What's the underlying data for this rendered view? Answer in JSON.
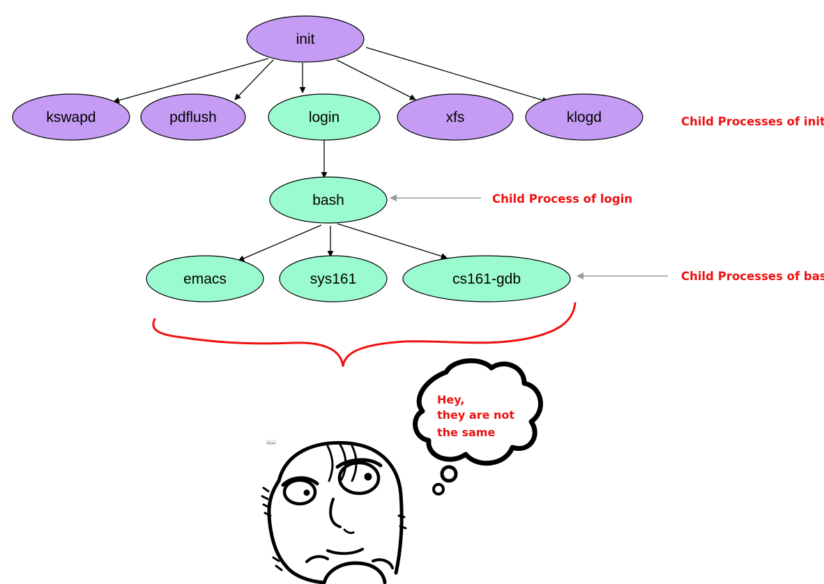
{
  "diagram": {
    "nodes": [
      {
        "id": "init",
        "label": "init",
        "group": "purple"
      },
      {
        "id": "kswapd",
        "label": "kswapd",
        "group": "purple"
      },
      {
        "id": "pdflush",
        "label": "pdflush",
        "group": "purple"
      },
      {
        "id": "login",
        "label": "login",
        "group": "green"
      },
      {
        "id": "xfs",
        "label": "xfs",
        "group": "purple"
      },
      {
        "id": "klogd",
        "label": "klogd",
        "group": "purple"
      },
      {
        "id": "bash",
        "label": "bash",
        "group": "green"
      },
      {
        "id": "emacs",
        "label": "emacs",
        "group": "green"
      },
      {
        "id": "sys161",
        "label": "sys161",
        "group": "green"
      },
      {
        "id": "cs161-gdb",
        "label": "cs161-gdb",
        "group": "green"
      }
    ],
    "edges": [
      [
        "init",
        "kswapd"
      ],
      [
        "init",
        "pdflush"
      ],
      [
        "init",
        "login"
      ],
      [
        "init",
        "xfs"
      ],
      [
        "init",
        "klogd"
      ],
      [
        "login",
        "bash"
      ],
      [
        "bash",
        "emacs"
      ],
      [
        "bash",
        "sys161"
      ],
      [
        "bash",
        "cs161-gdb"
      ]
    ],
    "annotations": {
      "init_children": "Child Processes of init",
      "login_child": "Child Process of login",
      "bash_children": "Child Processes of bash"
    },
    "thought_bubble": [
      "Hey,",
      "they are not",
      "the same"
    ],
    "tiny_label": "Meme"
  },
  "colors": {
    "purple": "#c59cf4",
    "green": "#9bfbd0",
    "annotation": "#ee1111",
    "pointer_arrow": "#999999"
  }
}
